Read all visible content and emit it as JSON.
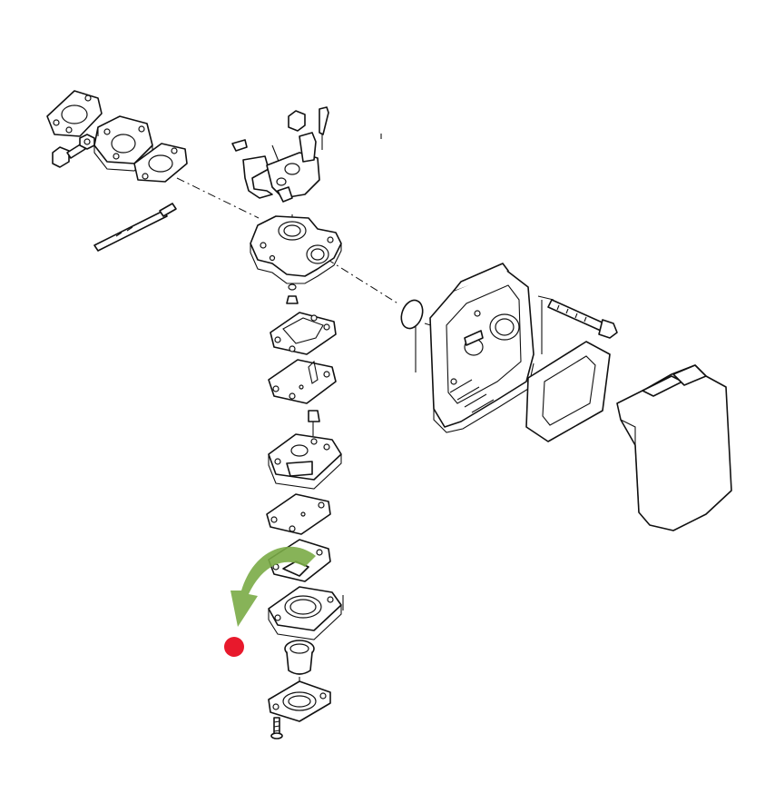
{
  "diagram": {
    "annotation": {
      "arrow_color": "#7aab46",
      "marker_color": "#e8192c"
    },
    "parts": [
      {
        "id": "intake-gasket",
        "icon": "gasket-icon"
      },
      {
        "id": "insulator-spacer",
        "icon": "spacer-icon"
      },
      {
        "id": "carb-gasket",
        "icon": "gasket-icon"
      },
      {
        "id": "mount-bolt",
        "icon": "bolt-icon"
      },
      {
        "id": "mount-nut",
        "icon": "nut-icon"
      },
      {
        "id": "throttle-cable",
        "icon": "cable-icon"
      },
      {
        "id": "choke-lever-assembly",
        "icon": "lever-icon"
      },
      {
        "id": "carburetor-body",
        "icon": "carburetor-icon"
      },
      {
        "id": "o-ring",
        "icon": "o-ring-icon"
      },
      {
        "id": "air-cleaner-base",
        "icon": "air-cleaner-base-icon"
      },
      {
        "id": "long-bolt",
        "icon": "bolt-icon"
      },
      {
        "id": "foam-filter",
        "icon": "filter-icon"
      },
      {
        "id": "air-cleaner-cover",
        "icon": "cover-icon"
      },
      {
        "id": "pump-diaphragm",
        "icon": "diaphragm-icon"
      },
      {
        "id": "pump-gasket",
        "icon": "gasket-icon"
      },
      {
        "id": "metering-body",
        "icon": "metering-body-icon"
      },
      {
        "id": "metering-diaphragm",
        "icon": "diaphragm-icon"
      },
      {
        "id": "metering-gasket",
        "icon": "gasket-icon"
      },
      {
        "id": "primer-body",
        "icon": "primer-body-icon"
      },
      {
        "id": "primer-bulb",
        "icon": "primer-bulb-icon"
      },
      {
        "id": "primer-retainer",
        "icon": "retainer-icon"
      },
      {
        "id": "cover-screw",
        "icon": "screw-icon"
      }
    ]
  }
}
